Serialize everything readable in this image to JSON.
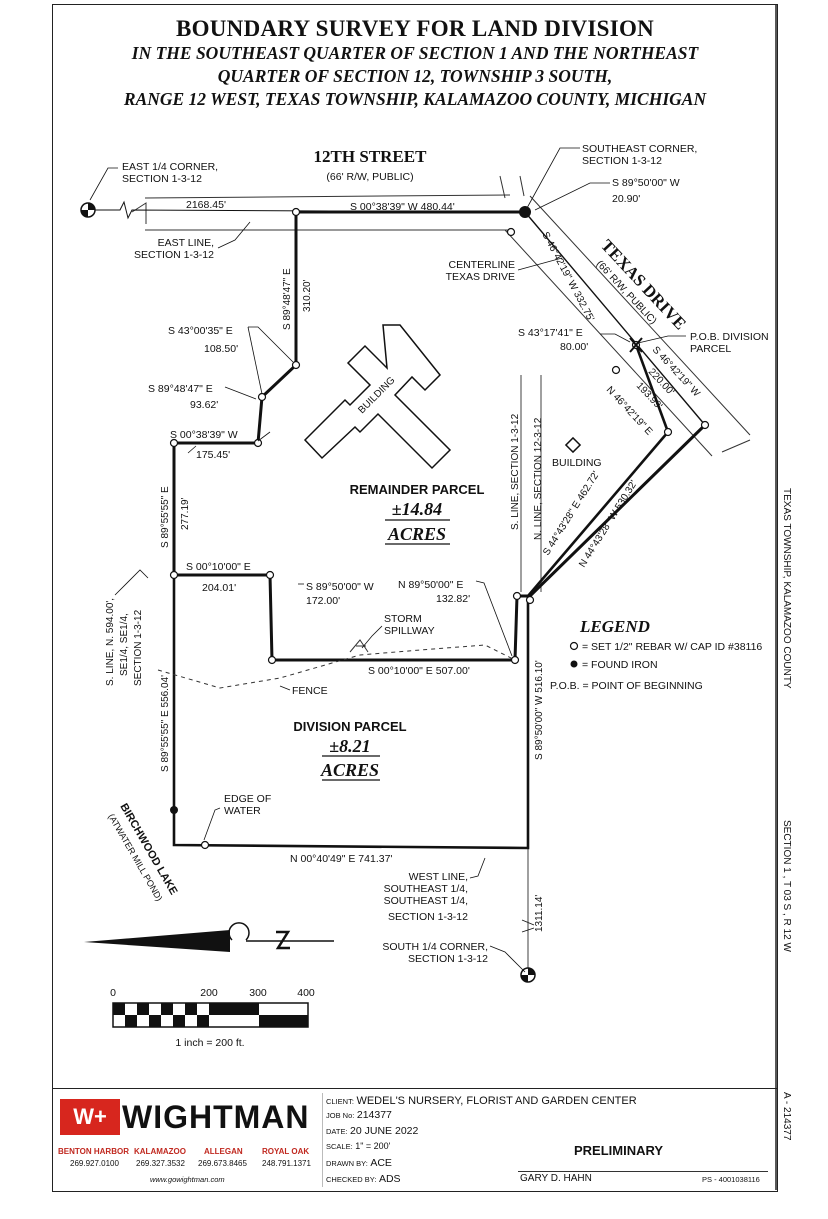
{
  "title": {
    "line1": "BOUNDARY SURVEY FOR LAND DIVISION",
    "line2": "IN THE SOUTHEAST QUARTER OF SECTION 1 AND THE NORTHEAST",
    "line3": "QUARTER OF SECTION 12, TOWNSHIP 3 SOUTH,",
    "line4": "RANGE 12 WEST, TEXAS TOWNSHIP, KALAMAZOO COUNTY, MICHIGAN"
  },
  "streets": {
    "twelfth_name": "12TH STREET",
    "twelfth_sub": "(66' R/W, PUBLIC)",
    "texas_name": "TEXAS DRIVE",
    "texas_sub": "(66' R/W, PUBLIC)"
  },
  "corners": {
    "east_quarter_1": "EAST 1/4 CORNER,",
    "east_quarter_2": "SECTION 1-3-12",
    "se_corner_1": "SOUTHEAST CORNER,",
    "se_corner_2": "SECTION 1-3-12",
    "south_quarter_1": "SOUTH 1/4 CORNER,",
    "south_quarter_2": "SECTION 1-3-12",
    "pob_1": "P.O.B. DIVISION",
    "pob_2": "PARCEL"
  },
  "lines": {
    "east_line_1": "EAST LINE,",
    "east_line_2": "SECTION 1-3-12",
    "centerline_1": "CENTERLINE",
    "centerline_2": "TEXAS DRIVE",
    "west_line_1": "WEST LINE,",
    "west_line_2": "SOUTHEAST 1/4,",
    "west_line_3": "SOUTHEAST 1/4,",
    "west_line_4": "SECTION 1-3-12",
    "s_line_1": "S. LINE, N. 594.00',",
    "s_line_2": "SE1/4, SE1/4,",
    "s_line_3": "SECTION 1-3-12",
    "s_line_sec1": "S. LINE, SECTION 1-3-12",
    "n_line_sec12": "N. LINE, SECTION 12-3-12",
    "storm_1": "STORM",
    "storm_2": "SPILLWAY",
    "fence": "FENCE",
    "edge_1": "EDGE OF",
    "edge_2": "WATER",
    "lake_1": "BIRCHWOOD LAKE",
    "lake_2": "(ATWATER MILL POND)"
  },
  "calls": {
    "dist_2168": "2168.45'",
    "s00_38_39_top": "S 00°38'39\" W  480.44'",
    "s89_50_20": "S 89°50'00\" W",
    "d20_90": "20.90'",
    "s89_48_47_top": "S 89°48'47\" E",
    "d310_20": "310.20'",
    "s43_00_35": "S 43°00'35\" E",
    "d108_50": "108.50'",
    "s89_48_47_mid": "S 89°48'47\" E",
    "d93_62": "93.62'",
    "s00_38_39_mid": "S 00°38'39\" W",
    "d175_45": "175.45'",
    "s89_55_55_top": "S 89°55'55\" E",
    "d277_19": "277.19'",
    "s00_10_00_left": "S 00°10'00\" E",
    "d204_01": "204.01'",
    "s89_50_00_172": "S 89°50'00\" W",
    "d172_00": "172.00'",
    "n89_50_00": "N 89°50'00\" E",
    "d132_82": "132.82'",
    "s00_10_00_507": "S 00°10'00\" E  507.00'",
    "s89_55_55_556": "S 89°55'55\" E  556.04'",
    "s89_50_00_516": "S 89°50'00\" W  516.10'",
    "n00_40_49": "N 00°40'49\" E  741.37'",
    "d1311_14": "1311.14'",
    "s46_42_19_332": "S 46°42'19\" W  332.75'",
    "s43_17_41": "S 43°17'41\" E",
    "d80_00": "80.00'",
    "s46_42_19_220": "S 46°42'19\" W",
    "d220_00": "220.00'",
    "d193_99": "193.99'",
    "n46_42_19": "N 46°42'19\" E",
    "s44_43_28": "S 44°43'28\" E  462.72'",
    "n44_43_28": "N 44°43'28\" W  530.32'"
  },
  "parcels": {
    "remainder_name": "REMAINDER PARCEL",
    "remainder_acres": "±14.84",
    "remainder_unit": "ACRES",
    "division_name": "DIVISION PARCEL",
    "division_acres": "±8.21",
    "division_unit": "ACRES",
    "building_1": "BUILDING",
    "building_2": "BUILDING"
  },
  "legend": {
    "title": "LEGEND",
    "rebar": "= SET 1/2\" REBAR W/ CAP ID #38116",
    "iron": "= FOUND IRON",
    "pob": "P.O.B. = POINT OF BEGINNING"
  },
  "scale": {
    "t0": "0",
    "t200": "200",
    "t300": "300",
    "t400": "400",
    "note": "1 inch =  200  ft."
  },
  "side": {
    "county": "TEXAS TOWNSHIP, KALAMAZOO COUNTY",
    "section": "SECTION    1   ,  T   03   S ,  R   12   W",
    "job_side": "A - 214377"
  },
  "footer": {
    "logo_mark": "W+",
    "logo_name": "WIGHTMAN",
    "city1": "BENTON HARBOR",
    "city2": "KALAMAZOO",
    "city3": "ALLEGAN",
    "city4": "ROYAL OAK",
    "phone1": "269.927.0100",
    "phone2": "269.327.3532",
    "phone3": "269.673.8465",
    "phone4": "248.791.1371",
    "web": "www.gowightman.com",
    "client_label": "CLIENT:",
    "client": "WEDEL'S NURSERY, FLORIST AND GARDEN CENTER",
    "job_label": "JOB No:",
    "job": "214377",
    "date_label": "DATE:",
    "date": "20 JUNE 2022",
    "scale_label": "SCALE:",
    "scale": "1\" = 200'",
    "drawn_label": "DRAWN BY:",
    "drawn": "ACE",
    "checked_label": "CHECKED BY:",
    "checked": "ADS",
    "status": "PRELIMINARY",
    "surveyor": "GARY D. HAHN",
    "ps": "PS - 4001038116"
  }
}
